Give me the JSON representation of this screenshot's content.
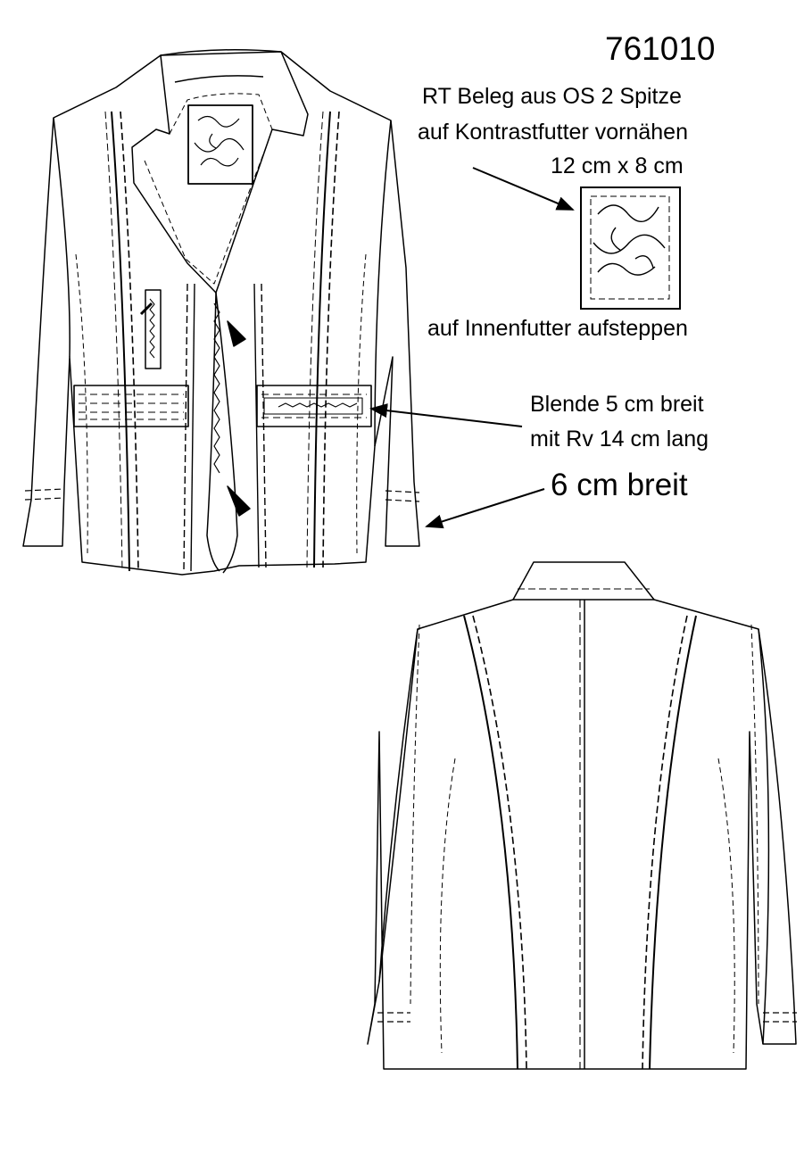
{
  "style_number": "761010",
  "annotations": {
    "lace_facing_line1": "RT Beleg aus OS 2 Spitze",
    "lace_facing_line2": "auf Kontrastfutter vornähen",
    "lace_facing_size": "12 cm x 8 cm",
    "inner_lining": "auf Innenfutter aufsteppen",
    "band_width": "Blende 5 cm breit",
    "band_zip": "mit Rv 14 cm lang",
    "cuff_width": "6 cm breit"
  },
  "colors": {
    "ink": "#000000",
    "paper": "#ffffff"
  },
  "icons": [
    "lace-patch-icon",
    "arrow-icon",
    "zipper-icon"
  ]
}
